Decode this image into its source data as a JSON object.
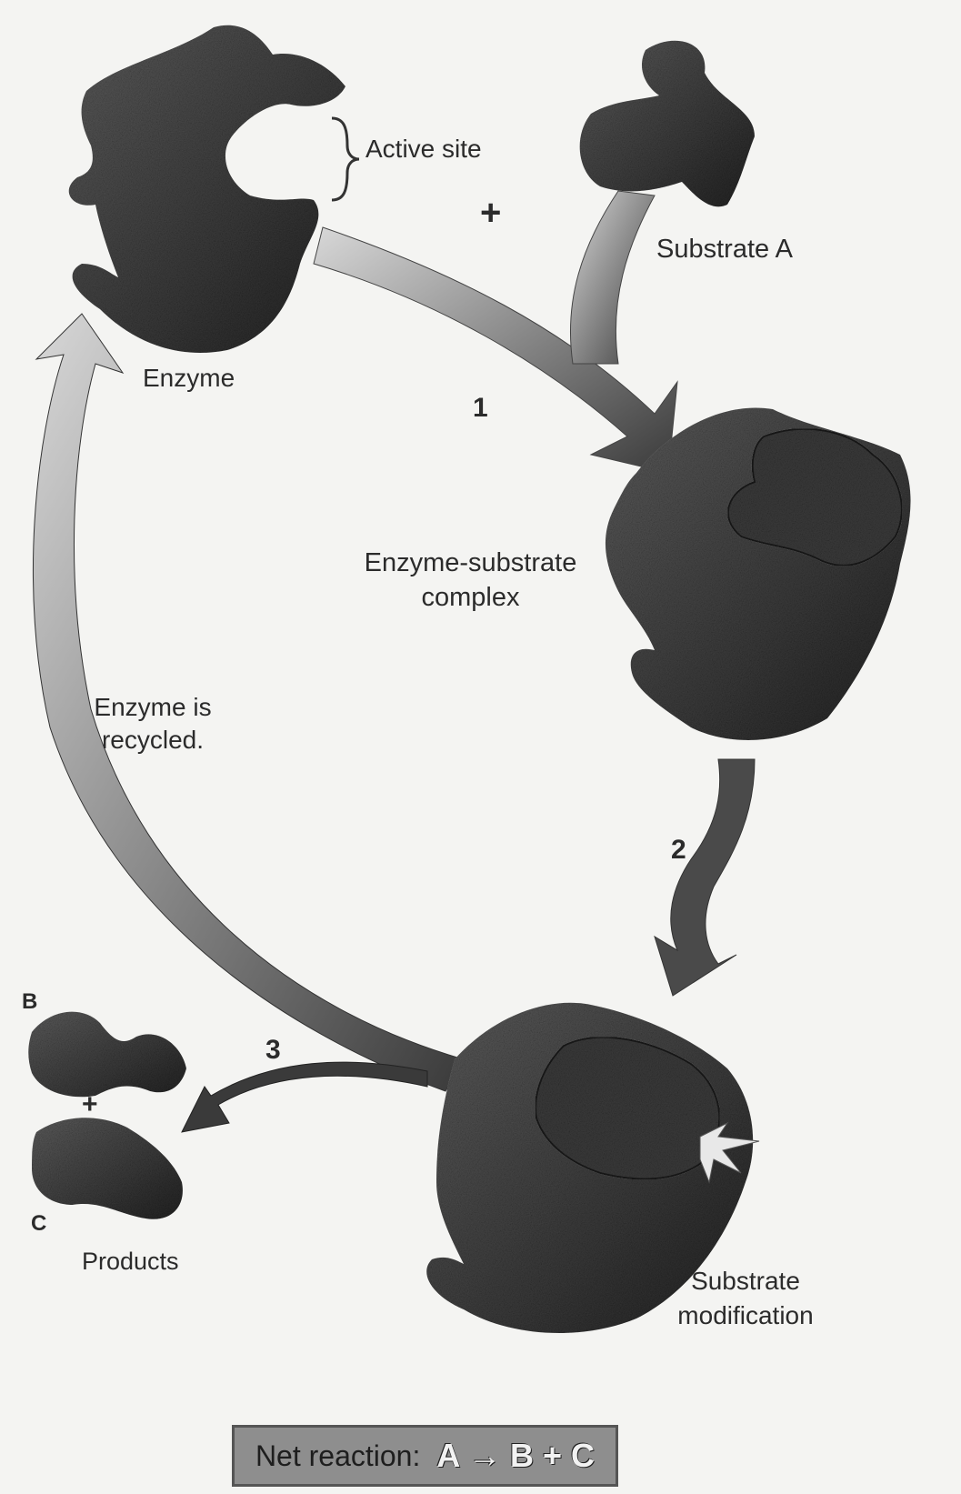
{
  "labels": {
    "active_site": "Active site",
    "plus_top": "+",
    "substrate_a": "Substrate A",
    "enzyme": "Enzyme",
    "step1": "1",
    "complex": "Enzyme-substrate complex",
    "step2": "2",
    "recycled": "Enzyme is recycled.",
    "product_b": "B",
    "product_plus": "+",
    "product_c": "C",
    "step3": "3",
    "products": "Products",
    "modification": "Substrate modification",
    "net_reaction_label": "Net reaction:",
    "net_reaction_equation": "A → B + C"
  },
  "colors": {
    "blob_dark": "#2e2e2e",
    "blob_mid": "#555555",
    "arrow": "#5a5a5a",
    "background": "#f4f4f2"
  }
}
